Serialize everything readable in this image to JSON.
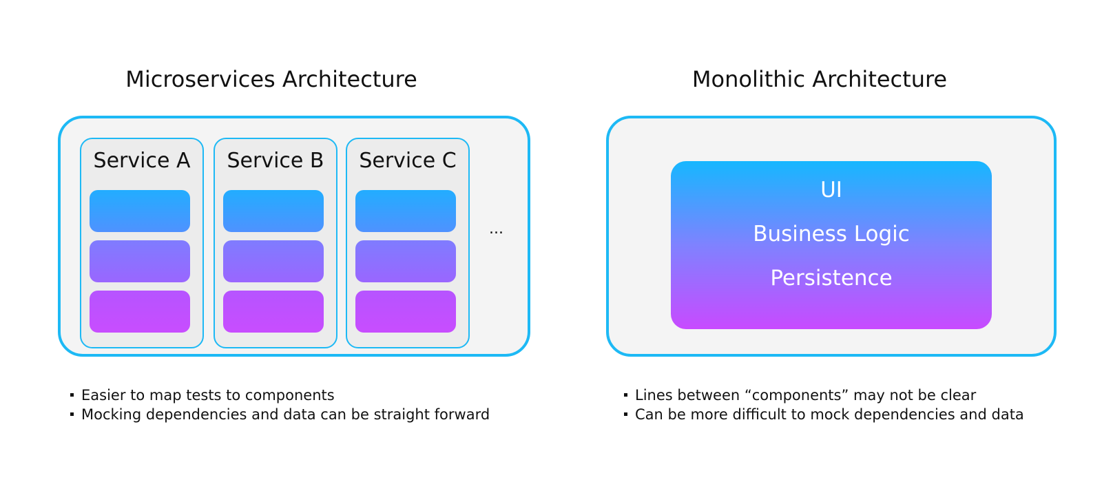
{
  "microservices": {
    "title": "Microservices Architecture",
    "services": [
      {
        "label": "Service A"
      },
      {
        "label": "Service B"
      },
      {
        "label": "Service C"
      }
    ],
    "more": "...",
    "bullets": [
      "Easier to map tests to components",
      "Mocking dependencies and data can be straight forward"
    ]
  },
  "monolithic": {
    "title": "Monolithic Architecture",
    "layers": [
      "UI",
      "Business Logic",
      "Persistence"
    ],
    "bullets": [
      "Lines between “components” may not be clear",
      "Can be more difficult to mock dependencies and data"
    ]
  },
  "colors": {
    "border": "#1db9f5",
    "panel_bg": "#f4f4f4",
    "gradient_top": "#16b7ff",
    "gradient_bottom": "#c84aff"
  }
}
